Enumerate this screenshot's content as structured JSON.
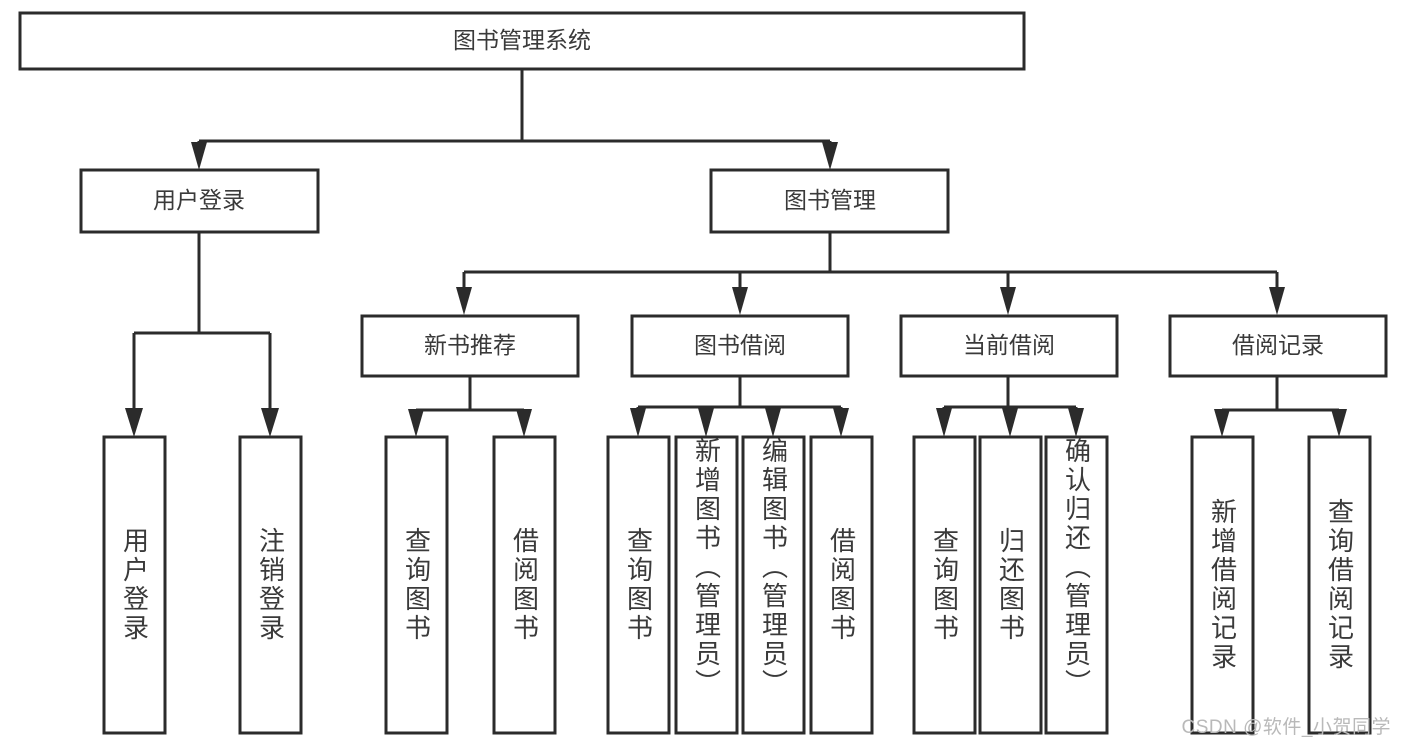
{
  "diagram": {
    "title_node": {
      "label": "图书管理系统"
    },
    "level2": [
      {
        "id": "user-login",
        "label": "用户登录"
      },
      {
        "id": "book-management",
        "label": "图书管理"
      }
    ],
    "level3": [
      {
        "id": "new-book-recommend",
        "label": "新书推荐",
        "parent": "book-management"
      },
      {
        "id": "book-borrow",
        "label": "图书借阅",
        "parent": "book-management"
      },
      {
        "id": "current-borrow",
        "label": "当前借阅",
        "parent": "book-management"
      },
      {
        "id": "borrow-record",
        "label": "借阅记录",
        "parent": "book-management"
      }
    ],
    "leaves": [
      {
        "id": "leaf-user-login",
        "label": "用户登录",
        "parent": "user-login"
      },
      {
        "id": "leaf-logout-login",
        "label": "注销登录",
        "parent": "user-login"
      },
      {
        "id": "leaf-query-book-1",
        "label": "查询图书",
        "parent": "new-book-recommend"
      },
      {
        "id": "leaf-borrow-book-1",
        "label": "借阅图书",
        "parent": "new-book-recommend"
      },
      {
        "id": "leaf-query-book-2",
        "label": "查询图书",
        "parent": "book-borrow"
      },
      {
        "id": "leaf-add-book",
        "label": "新增图书（管理员）",
        "parent": "book-borrow"
      },
      {
        "id": "leaf-edit-book",
        "label": "编辑图书（管理员）",
        "parent": "book-borrow"
      },
      {
        "id": "leaf-borrow-book-2",
        "label": "借阅图书",
        "parent": "book-borrow"
      },
      {
        "id": "leaf-query-book-3",
        "label": "查询图书",
        "parent": "current-borrow"
      },
      {
        "id": "leaf-return-book",
        "label": "归还图书",
        "parent": "current-borrow"
      },
      {
        "id": "leaf-confirm-return",
        "label": "确认归还（管理员）",
        "parent": "current-borrow"
      },
      {
        "id": "leaf-add-record",
        "label": "新增借阅记录",
        "parent": "borrow-record"
      },
      {
        "id": "leaf-query-record",
        "label": "查询借阅记录",
        "parent": "borrow-record"
      }
    ],
    "colors": {
      "stroke": "#2b2b2b",
      "text": "#3a3a3a",
      "background": "#ffffff",
      "watermark": "#b9b9b9"
    }
  },
  "watermark": {
    "text": "CSDN @软件_小贺同学"
  }
}
